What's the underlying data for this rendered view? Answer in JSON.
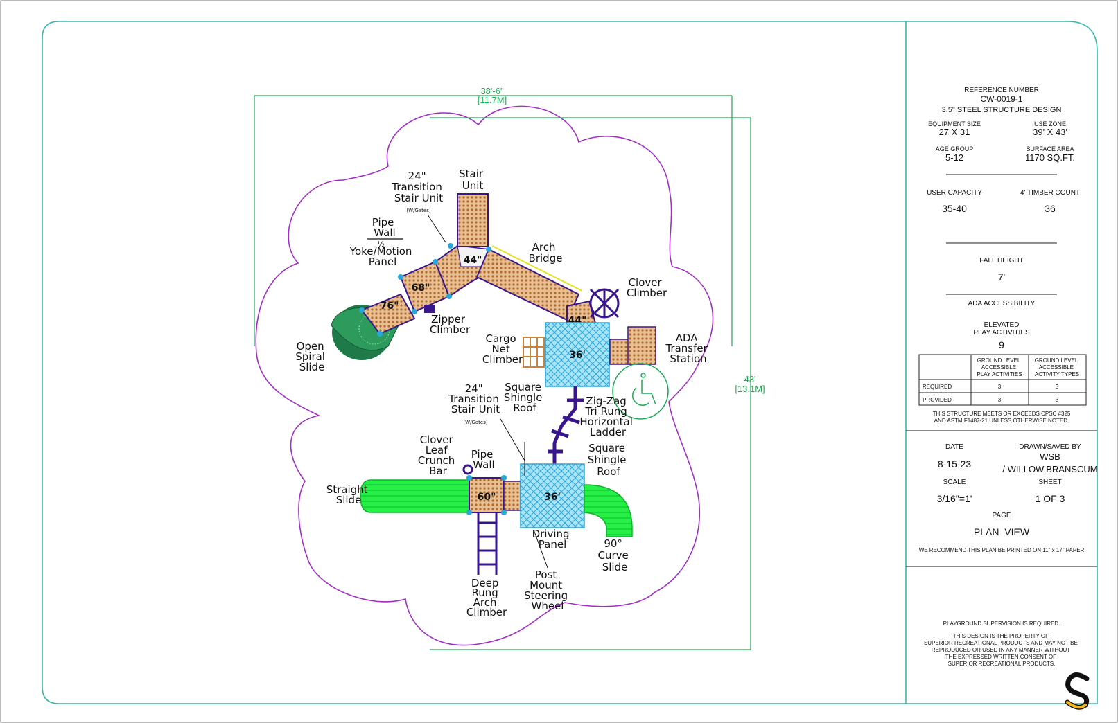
{
  "plan": {
    "dim_width": "38'-6\"",
    "dim_width_metric": "[11.7M]",
    "dim_depth": "43'",
    "dim_depth_metric": "[13.1M]",
    "platforms": {
      "p44_top": "44\"",
      "p68": "68\"",
      "p76": "76\"",
      "p44_right": "44\"",
      "p36_top": "36'",
      "p60": "60\"",
      "p36_bottom": "36'"
    },
    "labels": {
      "stair_unit": [
        "Stair",
        "Unit"
      ],
      "transition_1": [
        "24\"",
        "Transition",
        "Stair Unit"
      ],
      "transition_1_note": "(W/Gates)",
      "pipe_wall_1": [
        "Pipe",
        "Wall"
      ],
      "yoke_panel": [
        "½",
        "Yoke/Motion",
        "Panel"
      ],
      "arch_bridge": [
        "Arch",
        "Bridge"
      ],
      "clover_climber": [
        "Clover",
        "Climber"
      ],
      "zipper_climber": [
        "Zipper",
        "Climber"
      ],
      "open_spiral_slide": [
        "Open",
        "Spiral",
        "Slide"
      ],
      "cargo_net": [
        "Cargo",
        "Net",
        "Climber"
      ],
      "ada_transfer": [
        "ADA",
        "Transfer",
        "Station"
      ],
      "transition_2": [
        "24\"",
        "Transition",
        "Stair Unit"
      ],
      "transition_2_note": "(W/Gates)",
      "square_roof_1": [
        "Square",
        "Shingle",
        "Roof"
      ],
      "zigzag_ladder": [
        "Zig-Zag",
        "Tri Rung",
        "Horizontal",
        "Ladder"
      ],
      "clover_crunch": [
        "Clover",
        "Leaf",
        "Crunch",
        "Bar"
      ],
      "pipe_wall_2": [
        "Pipe",
        "Wall"
      ],
      "square_roof_2": [
        "Square",
        "Shingle",
        "Roof"
      ],
      "straight_slide": [
        "Straight",
        "Slide"
      ],
      "driving_panel": [
        "Driving",
        "Panel"
      ],
      "curve_slide": [
        "90°",
        "Curve",
        "Slide"
      ],
      "deep_rung": [
        "Deep",
        "Rung",
        "Arch",
        "Climber"
      ],
      "steering_wheel": [
        "Post",
        "Mount",
        "Steering",
        "Wheel"
      ]
    }
  },
  "title_block": {
    "ref_label": "REFERENCE NUMBER",
    "ref_value": "CW-0019-1",
    "design": "3.5\" STEEL STRUCTURE DESIGN",
    "equip_size_label": "EQUIPMENT SIZE",
    "equip_size_value": "27 X 31",
    "use_zone_label": "USE ZONE",
    "use_zone_value": "39' X 43'",
    "age_group_label": "AGE GROUP",
    "age_group_value": "5-12",
    "surface_area_label": "SURFACE AREA",
    "surface_area_value": "1170 SQ.FT.",
    "user_capacity_label": "USER CAPACITY",
    "user_capacity_value": "35-40",
    "timber_label": "4' TIMBER COUNT",
    "timber_value": "36",
    "fall_height_label": "FALL HEIGHT",
    "fall_height_value": "7'",
    "ada_label": "ADA ACCESSIBILITY",
    "elevated_label_1": "ELEVATED",
    "elevated_label_2": "PLAY ACTIVITIES",
    "elevated_value": "9",
    "table": {
      "col1": [
        "GROUND LEVEL",
        "ACCESSIBLE",
        "PLAY ACTIVITIES"
      ],
      "col2": [
        "GROUND LEVEL",
        "ACCESSIBLE",
        "ACTIVITY TYPES"
      ],
      "rows": [
        {
          "label": "REQUIRED",
          "a": "3",
          "b": "3"
        },
        {
          "label": "PROVIDED",
          "a": "3",
          "b": "3"
        }
      ]
    },
    "cpsc_1": "THIS STRUCTURE MEETS OR EXCEEDS CPSC #325",
    "cpsc_2": "AND ASTM F1487-21 UNLESS OTHERWISE NOTED.",
    "date_label": "DATE",
    "date_value": "8-15-23",
    "drawn_label": "DRAWN/SAVED BY",
    "drawn_value_1": "WSB",
    "drawn_value_2": "/ WILLOW.BRANSCUM",
    "scale_label": "SCALE",
    "scale_value": "3/16\"=1'",
    "sheet_label": "SHEET",
    "sheet_value": "1 OF 3",
    "page_label": "PAGE",
    "page_value": "PLAN_VIEW",
    "print_note": "WE RECOMMEND THIS PLAN BE PRINTED ON 11\" x 17\" PAPER",
    "supervision": "PLAYGROUND SUPERVISION IS REQUIRED.",
    "property": [
      "THIS DESIGN IS THE PROPERTY OF",
      "SUPERIOR RECREATIONAL PRODUCTS AND MAY NOT BE",
      "REPRODUCED OR USED IN ANY MANNER WITHOUT",
      "THE EXPRESSED WRITTEN CONSENT OF",
      "SUPERIOR RECREATIONAL PRODUCTS."
    ]
  },
  "colors": {
    "border": "#35b7a8",
    "zone": "#a12fc4",
    "deck": "#c8843f",
    "frame": "#3a168c",
    "roof": "#59c8ee",
    "slide_green": "#1ef03f",
    "spiral_green": "#1f7a4a",
    "dimension": "#1aa851"
  }
}
